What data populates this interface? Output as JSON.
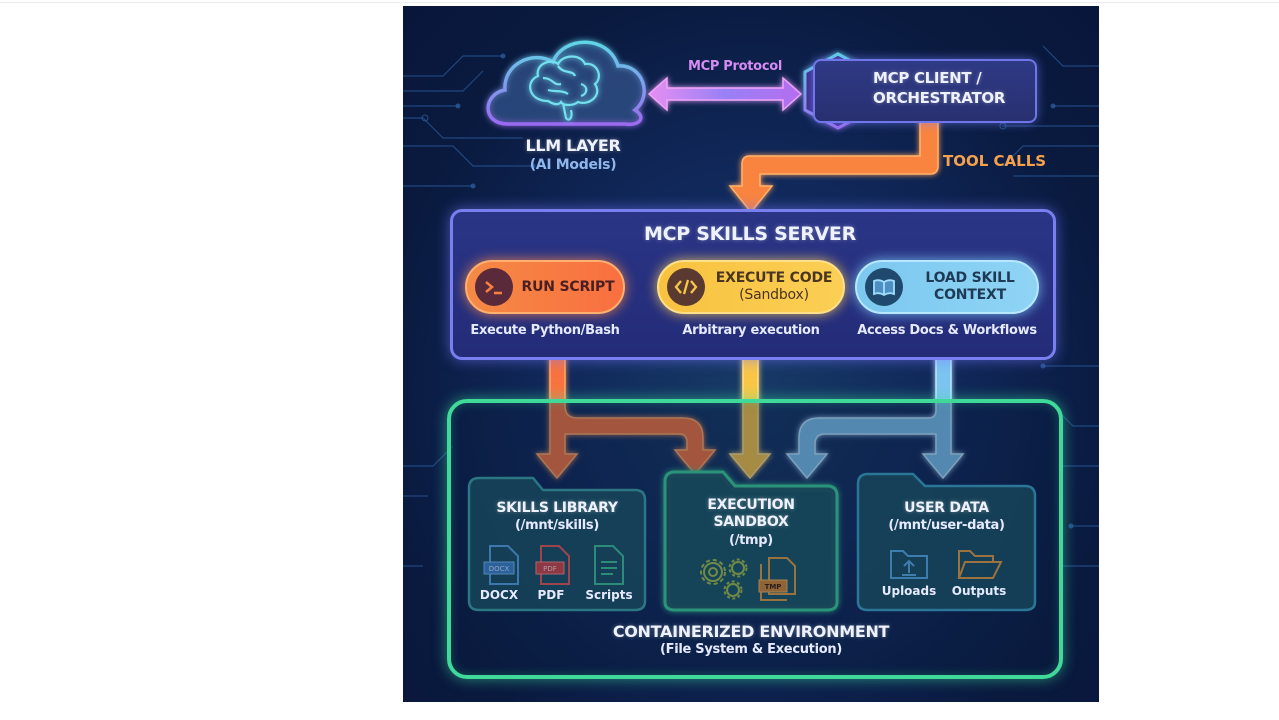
{
  "diagram": {
    "llm_layer": {
      "title": "LLM LAYER",
      "subtitle": "(AI Models)"
    },
    "protocol": {
      "label": "MCP Protocol"
    },
    "client": {
      "line1": "MCP CLIENT /",
      "line2": "ORCHESTRATOR"
    },
    "tool_calls": {
      "label": "TOOL CALLS"
    },
    "skills_server": {
      "title": "MCP SKILLS SERVER",
      "tools": [
        {
          "line1": "RUN SCRIPT",
          "line2": "",
          "caption": "Execute Python/Bash",
          "icon": "terminal-icon",
          "color": "#f7803f"
        },
        {
          "line1": "EXECUTE CODE",
          "line2": "(Sandbox)",
          "caption": "Arbitrary execution",
          "icon": "code-icon",
          "color": "#f9c646"
        },
        {
          "line1": "LOAD SKILL",
          "line2": "CONTEXT",
          "caption": "Access Docs & Workflows",
          "icon": "book-icon",
          "color": "#86cef3"
        }
      ]
    },
    "container": {
      "title": "CONTAINERIZED ENVIRONMENT",
      "subtitle": "(File System & Execution)",
      "folders": [
        {
          "title": "SKILLS LIBRARY",
          "path": "(/mnt/skills)",
          "items": [
            {
              "label": "DOCX",
              "badge": "DOCX",
              "icon": "docx-file-icon"
            },
            {
              "label": "PDF",
              "badge": "PDF",
              "icon": "pdf-file-icon"
            },
            {
              "label": "Scripts",
              "icon": "script-file-icon"
            }
          ]
        },
        {
          "title_line1": "EXECUTION",
          "title_line2": "SANDBOX",
          "path": "(/tmp)",
          "items": [
            {
              "icon": "gears-icon"
            },
            {
              "badge": "TMP",
              "icon": "tmp-files-icon"
            }
          ]
        },
        {
          "title": "USER DATA",
          "path": "(/mnt/user-data)",
          "items": [
            {
              "label": "Uploads",
              "icon": "upload-folder-icon"
            },
            {
              "label": "Outputs",
              "icon": "open-folder-icon"
            }
          ]
        }
      ]
    },
    "colors": {
      "background": "#0d2250",
      "run_script": "#f7803f",
      "execute_code": "#f9c646",
      "load_skill": "#86cef3",
      "container_border": "#3fd99a",
      "server_border": "#7a7ff0",
      "protocol": "#c77df0"
    }
  }
}
